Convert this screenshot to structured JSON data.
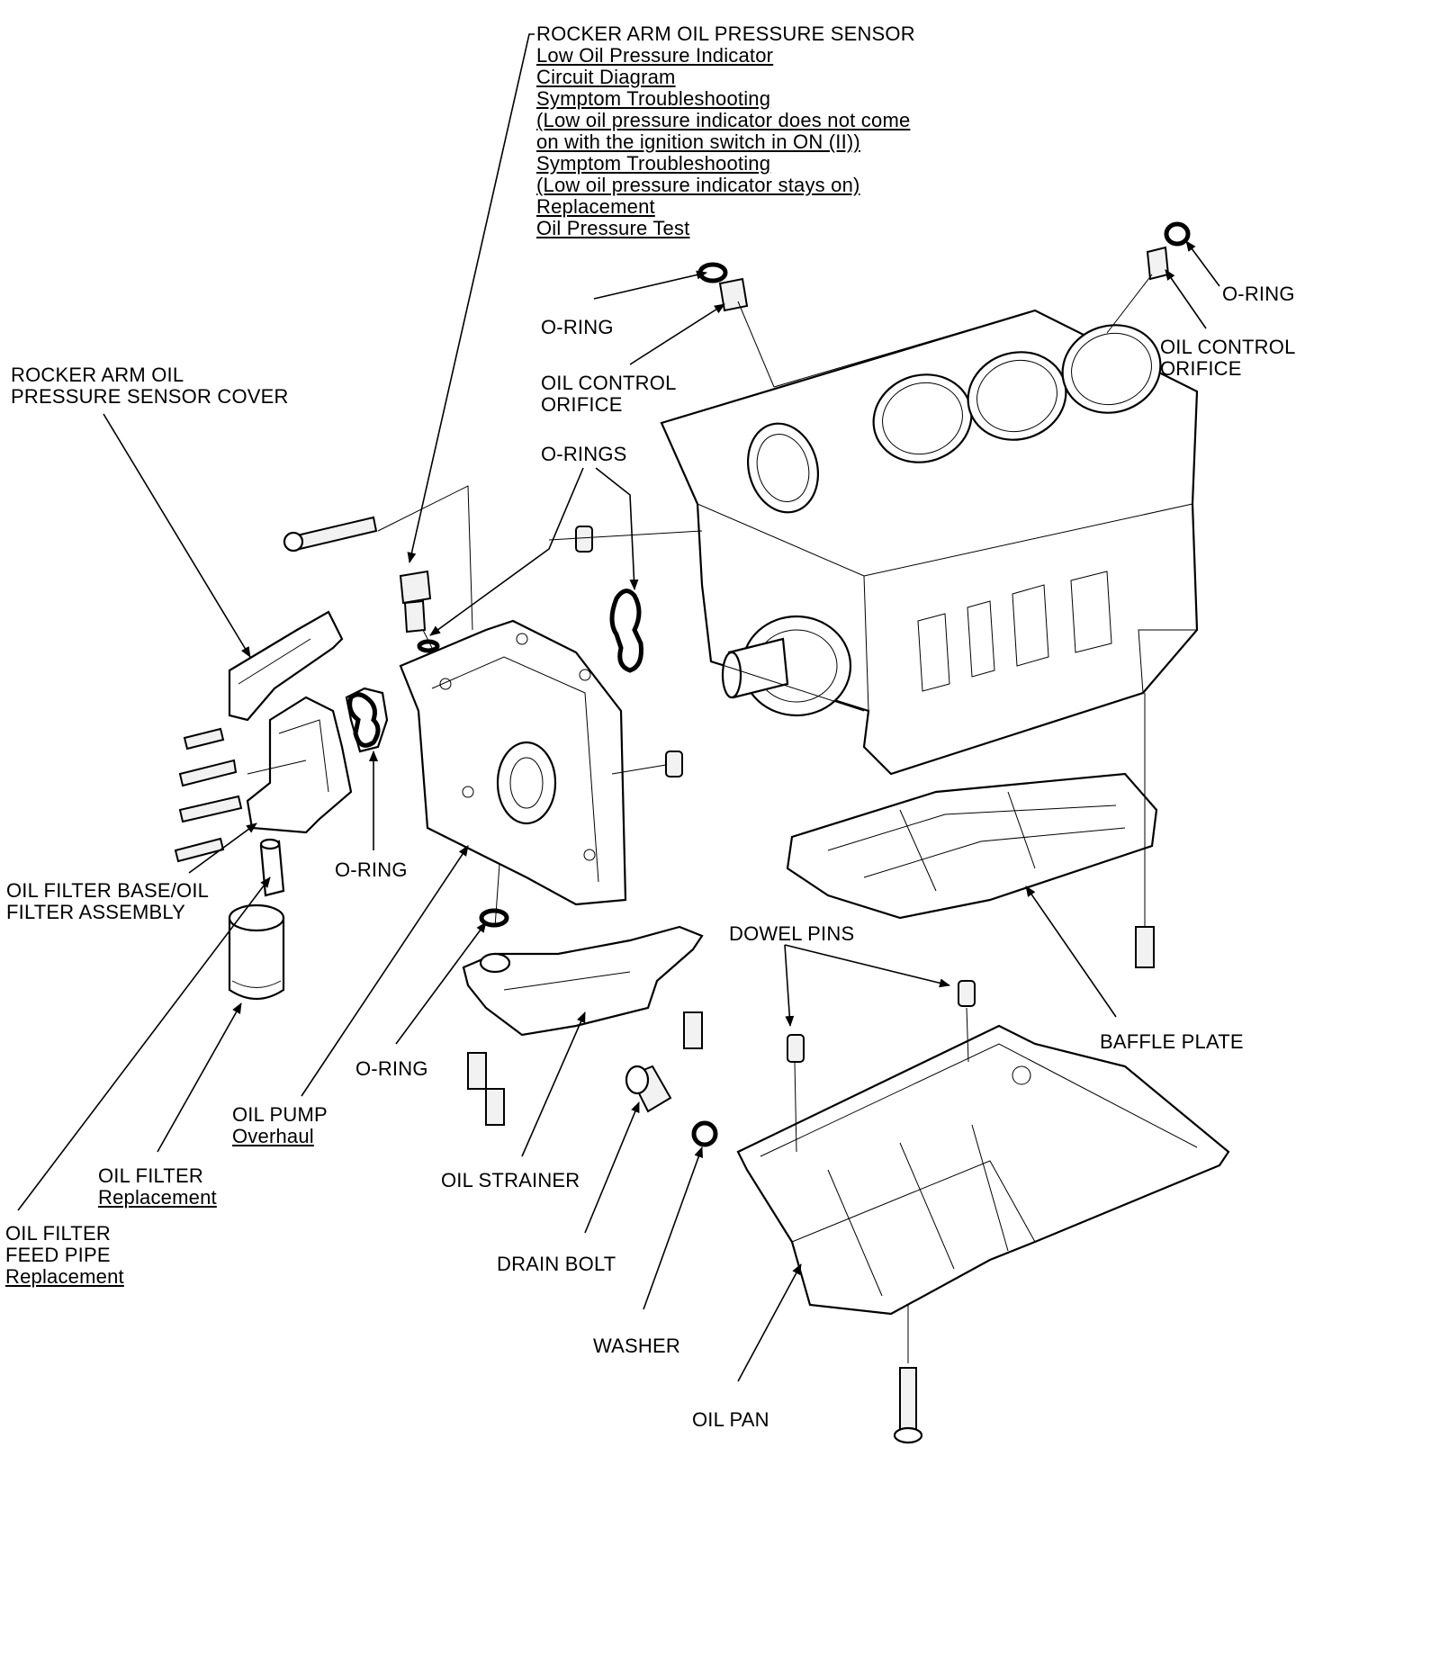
{
  "labels": {
    "rocker_sensor": {
      "title": "ROCKER ARM OIL PRESSURE SENSOR",
      "links": [
        "Low Oil Pressure Indicator",
        "Circuit Diagram",
        "Symptom Troubleshooting",
        "(Low oil pressure indicator does not come",
        "on with the ignition switch in ON (II))",
        "Symptom Troubleshooting",
        "(Low oil pressure indicator stays on)",
        "Replacement",
        "Oil Pressure Test"
      ]
    },
    "o_ring_top_left": "O-RING",
    "o_ring_top_right": "O-RING",
    "oil_control_orifice_left": [
      "OIL CONTROL",
      "ORIFICE"
    ],
    "oil_control_orifice_right": [
      "OIL CONTROL",
      "ORIFICE"
    ],
    "o_rings": "O-RINGS",
    "sensor_cover": [
      "ROCKER ARM OIL",
      "PRESSURE SENSOR COVER"
    ],
    "o_ring_middle": "O-RING",
    "oil_filter_base": [
      "OIL FILTER BASE/OIL",
      "FILTER ASSEMBLY"
    ],
    "dowel_pins": "DOWEL PINS",
    "baffle_plate": "BAFFLE PLATE",
    "o_ring_lower": "O-RING",
    "oil_pump": {
      "title": "OIL PUMP",
      "link": "Overhaul"
    },
    "oil_filter": {
      "title": "OIL FILTER",
      "link": "Replacement"
    },
    "oil_strainer": "OIL STRAINER",
    "oil_filter_feed_pipe": {
      "title": [
        "OIL FILTER",
        "FEED PIPE"
      ],
      "link": "Replacement"
    },
    "drain_bolt": "DRAIN BOLT",
    "washer": "WASHER",
    "oil_pan": "OIL PAN"
  }
}
